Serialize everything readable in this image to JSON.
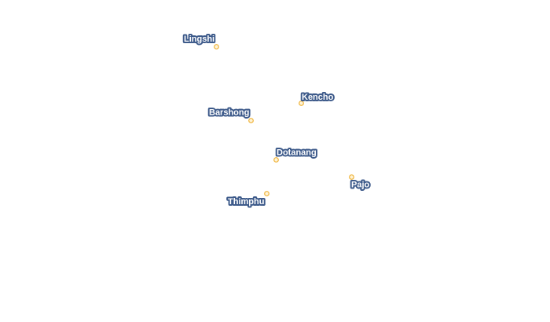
{
  "map": {
    "marker_fill": "#fef3d7",
    "marker_stroke": "#f0b43c",
    "label_fill": "#ffffff",
    "label_halo": "#3d5a8a",
    "places": [
      {
        "name": "Lingshi"
      },
      {
        "name": "Kencho"
      },
      {
        "name": "Barshong"
      },
      {
        "name": "Dotanang"
      },
      {
        "name": "Pajo"
      },
      {
        "name": "Thimphu"
      }
    ]
  }
}
